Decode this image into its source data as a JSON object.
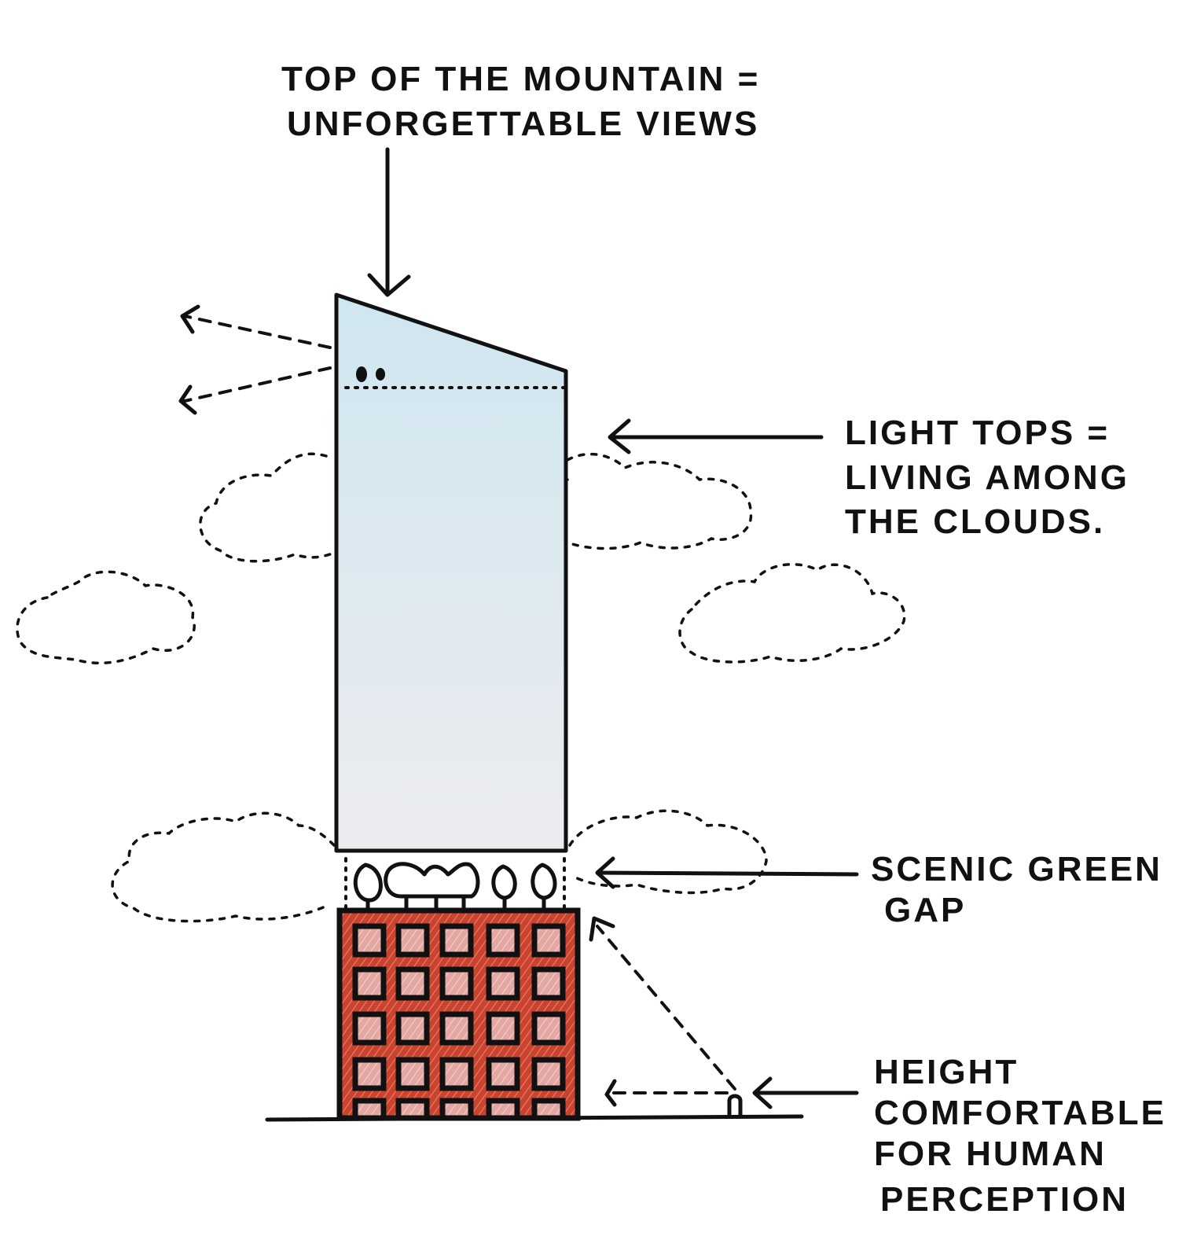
{
  "labels": {
    "top": [
      "TOP OF THE MOUNTAIN =",
      "UNFORGETTABLE VIEWS"
    ],
    "light_tops": [
      "LIGHT TOPS =",
      "LIVING AMONG",
      "THE CLOUDS."
    ],
    "green_gap": [
      "SCENIC GREEN",
      "GAP"
    ],
    "height": [
      "HEIGHT",
      "COMFORTABLE",
      "FOR HUMAN",
      "PERCEPTION"
    ]
  },
  "colors": {
    "tower_top": "#cfe6f0",
    "tower_bottom": "#ececef",
    "base_brick": "#c9432f",
    "base_window": "#e3a8a4",
    "ink": "#111111"
  }
}
